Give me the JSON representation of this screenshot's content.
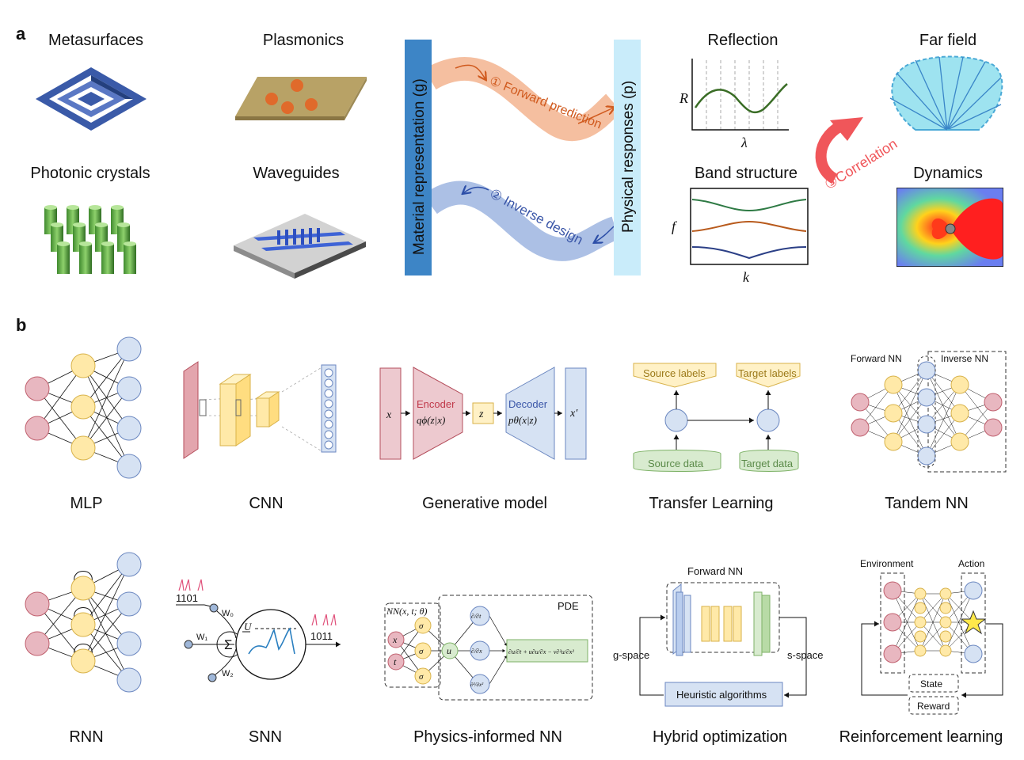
{
  "panel_a": {
    "letter": "a",
    "materials": {
      "metasurfaces": "Metasurfaces",
      "plasmonics": "Plasmonics",
      "photonic_crystals": "Photonic crystals",
      "waveguides": "Waveguides"
    },
    "left_bar": "Material representation (g)",
    "right_bar": "Physical responses (p)",
    "forward": "① Forward prediction",
    "inverse": "② Inverse design",
    "correlation": "③Correlation",
    "responses": {
      "reflection": "Reflection",
      "reflection_ylabel": "R",
      "reflection_xlabel": "λ",
      "far_field": "Far field",
      "band_structure": "Band structure",
      "band_ylabel": "f",
      "band_xlabel": "k",
      "dynamics": "Dynamics"
    },
    "colors": {
      "left_bar": "#3d85c6",
      "right_bar": "#c9ecfa",
      "forward": "#f4a77f",
      "inverse": "#9fb7e0",
      "correlation": "#f0565a"
    }
  },
  "panel_b": {
    "letter": "b",
    "mlp": {
      "caption": "MLP"
    },
    "cnn": {
      "caption": "CNN"
    },
    "generative": {
      "caption": "Generative model",
      "x": "x",
      "encoder": "Encoder",
      "q": "qϕ(z|x)",
      "z": "z",
      "decoder": "Decoder",
      "p": "pθ(x|z)",
      "xp": "x′"
    },
    "transfer": {
      "caption": "Transfer Learning",
      "source_labels": "Source labels",
      "target_labels": "Target labels",
      "source_data": "Source data",
      "target_data": "Target data"
    },
    "tandem": {
      "caption": "Tandem NN",
      "forward": "Forward NN",
      "inverse": "Inverse NN"
    },
    "rnn": {
      "caption": "RNN"
    },
    "snn": {
      "caption": "SNN",
      "in_bits": "1101",
      "out_bits": "1011",
      "w0": "W₀",
      "w1": "W₁",
      "w2": "W₂",
      "sigma": "Σ",
      "uth": "U"
    },
    "pinn": {
      "caption": "Physics-informed NN",
      "nn": "NN(x, t; θ)",
      "pde": "PDE",
      "x": "x",
      "t": "t",
      "sig": "σ",
      "u": "u",
      "d_dt": "∂/∂t",
      "d_dx": "∂/∂x",
      "d2_dx2": "∂²/∂x²",
      "eq": "∂u/∂t + u∂u/∂x − ν∂²u/∂x²"
    },
    "hybrid": {
      "caption": "Hybrid optimization",
      "forward": "Forward NN",
      "g_space": "g-space",
      "s_space": "s-space",
      "heuristic": "Heuristic algorithms"
    },
    "rl": {
      "caption": "Reinforcement learning",
      "environment": "Environment",
      "action": "Action",
      "state": "State",
      "reward": "Reward"
    },
    "colors": {
      "red": "#e8b7c0",
      "yellow": "#ffe9a8",
      "blue": "#d6e2f3",
      "green": "#d8ebcf"
    }
  }
}
